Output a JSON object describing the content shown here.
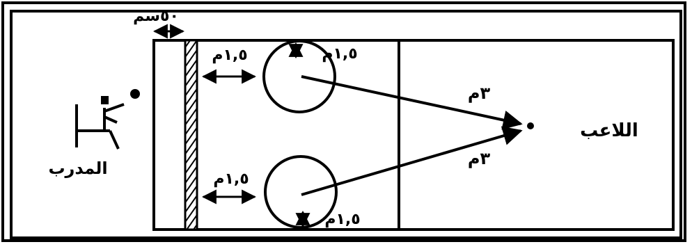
{
  "labels": {
    "top_gap": "٥٠سم",
    "top_left_distance": "١,٥م",
    "top_diameter": "١,٥م",
    "bottom_left_distance": "١,٥م",
    "bottom_diameter": "١,٥م",
    "upper_arrow_distance": "٣م",
    "lower_arrow_distance": "٣م",
    "coach": "المدرب",
    "player": "اللاعب"
  }
}
